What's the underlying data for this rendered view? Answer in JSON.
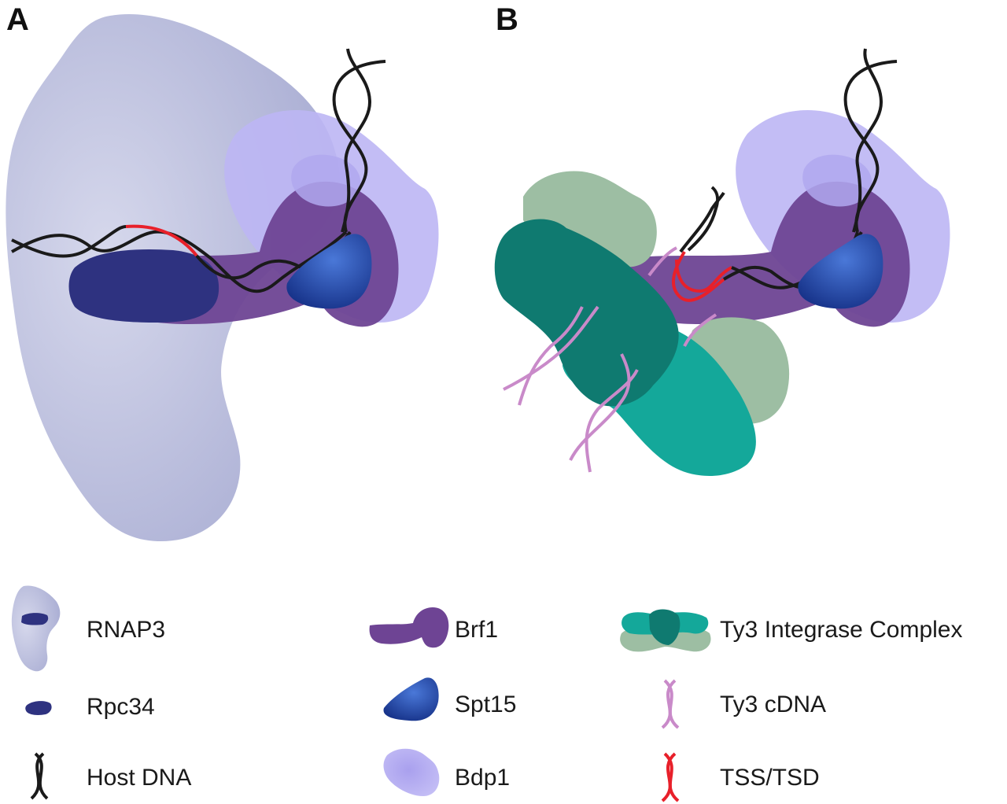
{
  "panels": {
    "a": "A",
    "b": "B"
  },
  "colors": {
    "rnap3": "#b9bcdc",
    "rpc34": "#2e3280",
    "brf1": "#6e4494",
    "spt15": "#2148a8",
    "bdp1": "#b8b2f2",
    "host_dna": "#1a1a1a",
    "tss_tsd": "#e8202a",
    "integrase_dark": "#0f7a70",
    "integrase_mid": "#14a89a",
    "integrase_light": "#9dbea3",
    "cdna": "#c98ac9"
  },
  "legend": {
    "rnap3": "RNAP3",
    "rpc34": "Rpc34",
    "host_dna": "Host DNA",
    "brf1": "Brf1",
    "spt15": "Spt15",
    "bdp1": "Bdp1",
    "integrase": "Ty3 Integrase Complex",
    "cdna": "Ty3 cDNA",
    "tss_tsd": "TSS/TSD"
  }
}
